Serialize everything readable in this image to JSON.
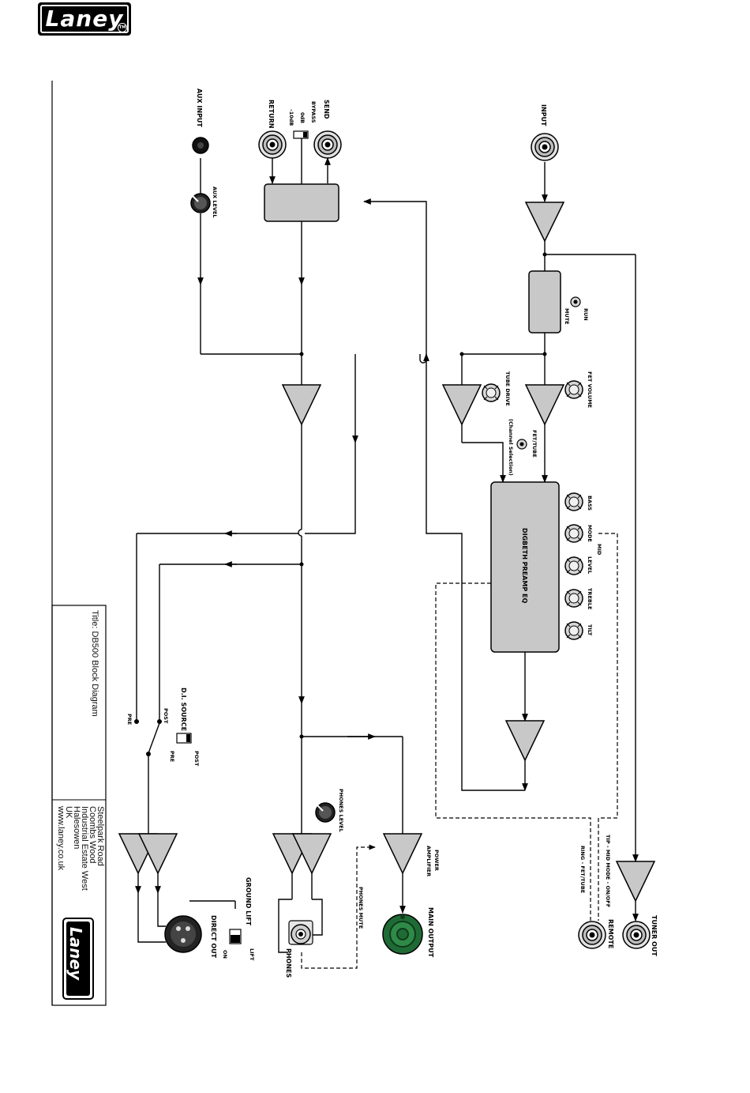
{
  "brand": {
    "logo_text": "Laney",
    "trademark": "TM"
  },
  "title_block": {
    "title": "Title: DB500 Block Diagram",
    "address": [
      "Steelpark Road",
      "Coombs Wood",
      "Industrial Estate West",
      "Halesowen",
      "UK",
      "www.laney.co.uk"
    ],
    "logo_text": "Laney"
  },
  "labels": {
    "input": "INPUT",
    "aux_input": "AUX INPUT",
    "aux_level": "AUX LEVEL",
    "return": "RETURN",
    "send": "SEND",
    "bypass": "BYPASS",
    "zero_db": "0dB",
    "minus10db": "-10dB",
    "run": "RUN",
    "mute": "MUTE",
    "fet_volume": "FET VOLUME",
    "tube_drive": "TUBE DRIVE",
    "fet_tube": "FET/TUBE",
    "channel_selection": "(Channel Selection)",
    "preamp_eq": "DIGBETH PREAMP EQ",
    "bass": "BASS",
    "mid_mode": "MODE",
    "mid": "MID",
    "mid_level": "LEVEL",
    "treble": "TREBLE",
    "tilt": "TILT",
    "di_source": "D.I. SOURCE",
    "post": "POST",
    "pre": "PRE",
    "sw_pre": "PRE",
    "sw_post": "POST",
    "phones_level": "PHONES LEVEL",
    "phones_mute": "PHONES MUTE",
    "phones": "PHONES",
    "power_amplifier_1": "POWER",
    "power_amplifier_2": "AMPLIFIER",
    "main_output": "MAIN OUTPUT",
    "ground_lift": "GROUND LIFT",
    "lift": "LIFT",
    "on": "ON",
    "direct_out": "DIRECT OUT",
    "tip_label": "TIP - MID MODE - ON/OFF",
    "ring_label": "RING - FET/TUBE",
    "remote": "REMOTE",
    "tuner_out": "TUNER OUT"
  },
  "colors": {
    "block_fill": "#c8c8c8",
    "main_output_jack": "#1f6b35",
    "line": "#000000"
  }
}
